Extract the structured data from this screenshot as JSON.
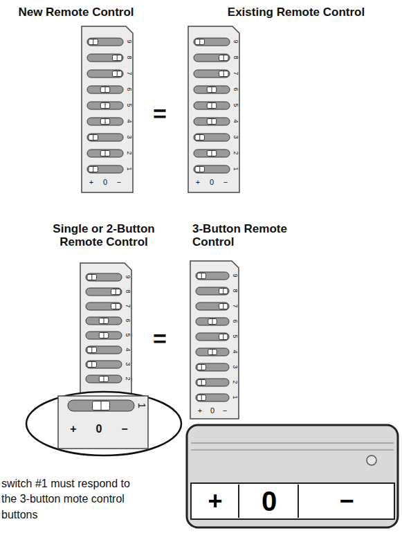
{
  "diagram": {
    "nodes": [
      {
        "text": [
          "+"
        ]
      },
      {
        "text": [
          "0"
        ]
      },
      {
        "text": [
          "−"
        ]
      }
    ],
    "labels": [
      "New Remote Control",
      "Existing Remote Control",
      "=",
      "Single or 2-Button Remote Control",
      "3-Button Remote Control",
      "=",
      "9",
      "8",
      "7",
      "6",
      "5",
      "4",
      "3",
      "2",
      "1",
      "+",
      "0",
      "−",
      "9",
      "8",
      "7",
      "6",
      "5",
      "4",
      "3",
      "2",
      "1",
      "+",
      "0",
      "−",
      "9",
      "8",
      "7",
      "6",
      "5",
      "4",
      "3",
      "2",
      "1",
      "+",
      "0",
      "−",
      "9",
      "8",
      "7",
      "6",
      "5",
      "4",
      "3",
      "2",
      "1",
      "+",
      "0",
      "−",
      "switch #1 must respond to the 3-button mote control buttons"
    ]
  }
}
